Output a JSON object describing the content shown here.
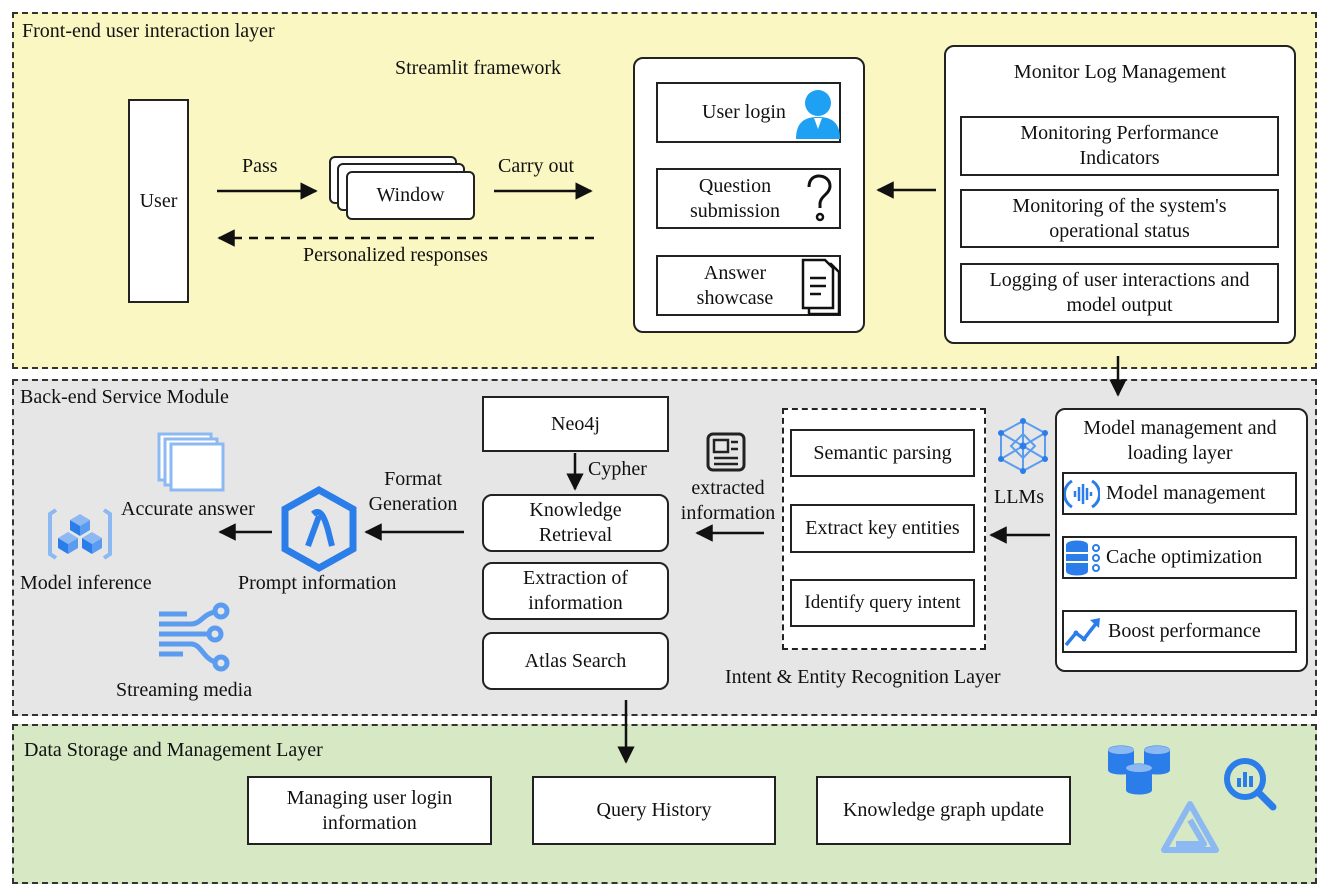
{
  "front": {
    "title": "Front-end user interaction layer",
    "framework": "Streamlit framework",
    "user": "User",
    "window": "Window",
    "pass": "Pass",
    "carry_out": "Carry out",
    "personalized": "Personalized responses",
    "panel": {
      "login": "User login",
      "question": "Question submission",
      "answer": "Answer showcase"
    },
    "monitor": {
      "title": "Monitor Log Management",
      "items": [
        "Monitoring Performance Indicators",
        "Monitoring of the system's operational status",
        "Logging of user interactions and model output"
      ]
    }
  },
  "back": {
    "title": "Back-end Service Module",
    "neo4j": "Neo4j",
    "cypher": "Cypher",
    "knowledge_retrieval": "Knowledge Retrieval",
    "extraction": "Extraction of information",
    "atlas": "Atlas Search",
    "extracted_info": "extracted information",
    "format_generation": "Format Generation",
    "accurate_answer": "Accurate answer",
    "prompt_info": "Prompt information",
    "model_inference": "Model inference",
    "streaming_media": "Streaming media",
    "intent": {
      "items": [
        "Semantic parsing",
        "Extract key entities",
        "Identify query intent"
      ],
      "caption": "Intent & Entity Recognition Layer"
    },
    "llms": "LLMs",
    "model_layer": {
      "title": "Model management and loading layer",
      "items": [
        "Model management",
        "Cache optimization",
        "Boost performance"
      ]
    }
  },
  "data": {
    "title": "Data Storage and Management Layer",
    "items": [
      "Managing user login information",
      "Query History",
      "Knowledge graph update"
    ]
  },
  "colors": {
    "front_bg": "#fbf7c2",
    "back_bg": "#e6e6e6",
    "data_bg": "#d6e9c4",
    "icon_blue": "#2b7de9",
    "icon_light": "#8db9f2"
  }
}
